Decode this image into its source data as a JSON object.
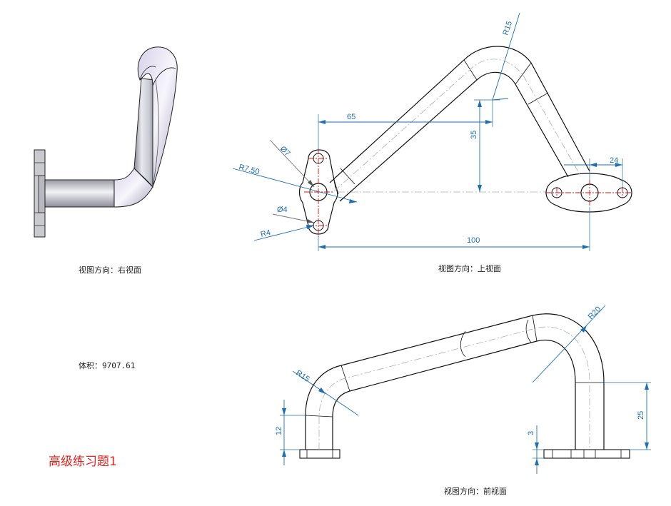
{
  "views": {
    "right": {
      "caption": "视图方向：右视面"
    },
    "top": {
      "caption": "视图方向：上视面",
      "dims": {
        "r15": "R15",
        "d65": "65",
        "d35": "35",
        "dia7": "Ø7",
        "r750": "R7.50",
        "dia4": "Ø4",
        "r4": "R4",
        "d24": "24",
        "d100": "100"
      }
    },
    "front": {
      "caption": "视图方向：前视面",
      "dims": {
        "r20": "R20",
        "r15": "R15",
        "d12": "12",
        "d3": "3",
        "d25": "25"
      }
    }
  },
  "volume": {
    "text": "体积：9707.61"
  },
  "exercise_title": "高级练习题1",
  "colors": {
    "dimension": "#1a6fb5",
    "title": "#e8201c",
    "centerline_red": "#e01010"
  }
}
